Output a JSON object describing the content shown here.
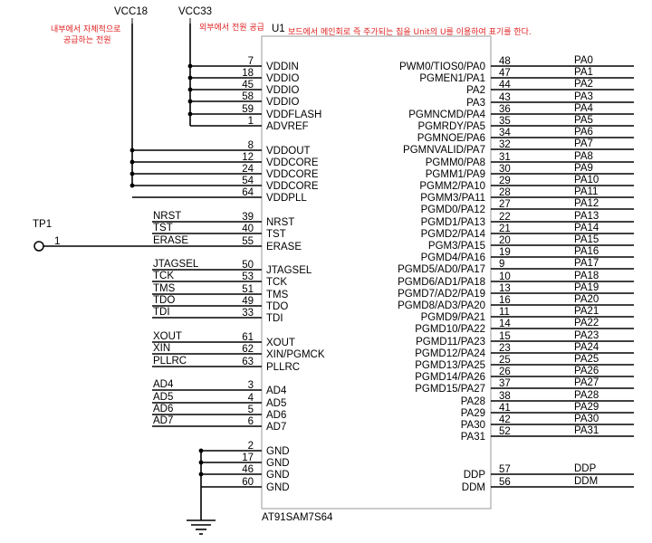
{
  "supplies": {
    "vcc18": "VCC18",
    "vcc33": "VCC33"
  },
  "notes": {
    "internal_power": [
      "내부에서 자체적으로",
      "공급하는 전원"
    ],
    "external_power": "외부에서 전원 공급",
    "unit_note": "보드에서 메인회로 즉 주가되는 칩을 Unit의 U를 이용하여 표기를 한다."
  },
  "chip": {
    "ref": "U1",
    "part": "AT91SAM7S64"
  },
  "testpoint": {
    "name": "TP1",
    "pin": "1"
  },
  "left_pins": [
    {
      "num": "7",
      "name": "VDDIN",
      "net": ""
    },
    {
      "num": "18",
      "name": "VDDIO",
      "net": ""
    },
    {
      "num": "45",
      "name": "VDDIO",
      "net": ""
    },
    {
      "num": "58",
      "name": "VDDIO",
      "net": ""
    },
    {
      "num": "59",
      "name": "VDDFLASH",
      "net": ""
    },
    {
      "num": "1",
      "name": "ADVREF",
      "net": ""
    },
    {
      "num": "8",
      "name": "VDDOUT",
      "net": ""
    },
    {
      "num": "12",
      "name": "VDDCORE",
      "net": ""
    },
    {
      "num": "24",
      "name": "VDDCORE",
      "net": ""
    },
    {
      "num": "54",
      "name": "VDDCORE",
      "net": ""
    },
    {
      "num": "64",
      "name": "VDDPLL",
      "net": ""
    },
    {
      "num": "39",
      "name": "NRST",
      "net": "NRST"
    },
    {
      "num": "40",
      "name": "TST",
      "net": "TST"
    },
    {
      "num": "55",
      "name": "ERASE",
      "net": "ERASE"
    },
    {
      "num": "50",
      "name": "JTAGSEL",
      "net": "JTAGSEL"
    },
    {
      "num": "53",
      "name": "TCK",
      "net": "TCK"
    },
    {
      "num": "51",
      "name": "TMS",
      "net": "TMS"
    },
    {
      "num": "49",
      "name": "TDO",
      "net": "TDO"
    },
    {
      "num": "33",
      "name": "TDI",
      "net": "TDI"
    },
    {
      "num": "61",
      "name": "XOUT",
      "net": "XOUT"
    },
    {
      "num": "62",
      "name": "XIN/PGMCK",
      "net": "XIN"
    },
    {
      "num": "63",
      "name": "PLLRC",
      "net": "PLLRC"
    },
    {
      "num": "3",
      "name": "AD4",
      "net": "AD4"
    },
    {
      "num": "4",
      "name": "AD5",
      "net": "AD5"
    },
    {
      "num": "5",
      "name": "AD6",
      "net": "AD6"
    },
    {
      "num": "6",
      "name": "AD7",
      "net": "AD7"
    },
    {
      "num": "2",
      "name": "GND",
      "net": ""
    },
    {
      "num": "17",
      "name": "GND",
      "net": ""
    },
    {
      "num": "46",
      "name": "GND",
      "net": ""
    },
    {
      "num": "60",
      "name": "GND",
      "net": ""
    }
  ],
  "right_pins": [
    {
      "num": "48",
      "name": "PWM0/TIOS0/PA0",
      "net": "PA0"
    },
    {
      "num": "47",
      "name": "PGMEN1/PA1",
      "net": "PA1"
    },
    {
      "num": "44",
      "name": "PA2",
      "net": "PA2"
    },
    {
      "num": "43",
      "name": "PA3",
      "net": "PA3"
    },
    {
      "num": "36",
      "name": "PGMNCMD/PA4",
      "net": "PA4"
    },
    {
      "num": "35",
      "name": "PGMRDY/PA5",
      "net": "PA5"
    },
    {
      "num": "34",
      "name": "PGMNOE/PA6",
      "net": "PA6"
    },
    {
      "num": "32",
      "name": "PGMNVALID/PA7",
      "net": "PA7"
    },
    {
      "num": "31",
      "name": "PGMM0/PA8",
      "net": "PA8"
    },
    {
      "num": "30",
      "name": "PGMM1/PA9",
      "net": "PA9"
    },
    {
      "num": "29",
      "name": "PGMM2/PA10",
      "net": "PA10"
    },
    {
      "num": "28",
      "name": "PGMM3/PA11",
      "net": "PA11"
    },
    {
      "num": "27",
      "name": "PGMD0/PA12",
      "net": "PA12"
    },
    {
      "num": "22",
      "name": "PGMD1/PA13",
      "net": "PA13"
    },
    {
      "num": "21",
      "name": "PGMD2/PA14",
      "net": "PA14"
    },
    {
      "num": "20",
      "name": "PGM3/PA15",
      "net": "PA15"
    },
    {
      "num": "19",
      "name": "PGMD4/PA16",
      "net": "PA16"
    },
    {
      "num": "9",
      "name": "PGMD5/AD0/PA17",
      "net": "PA17"
    },
    {
      "num": "10",
      "name": "PGMD6/AD1/PA18",
      "net": "PA18"
    },
    {
      "num": "13",
      "name": "PGMD7/AD2/PA19",
      "net": "PA19"
    },
    {
      "num": "16",
      "name": "PGMD8/AD3/PA20",
      "net": "PA20"
    },
    {
      "num": "11",
      "name": "PGMD9/PA21",
      "net": "PA21"
    },
    {
      "num": "14",
      "name": "PGMD10/PA22",
      "net": "PA22"
    },
    {
      "num": "15",
      "name": "PGMD11/PA23",
      "net": "PA23"
    },
    {
      "num": "23",
      "name": "PGMD12/PA24",
      "net": "PA24"
    },
    {
      "num": "25",
      "name": "PGMD13/PA25",
      "net": "PA25"
    },
    {
      "num": "26",
      "name": "PGMD14/PA26",
      "net": "PA26"
    },
    {
      "num": "37",
      "name": "PGMD15/PA27",
      "net": "PA27"
    },
    {
      "num": "38",
      "name": "PA28",
      "net": "PA28"
    },
    {
      "num": "41",
      "name": "PA29",
      "net": "PA29"
    },
    {
      "num": "42",
      "name": "PA30",
      "net": "PA30"
    },
    {
      "num": "52",
      "name": "PA31",
      "net": "PA31"
    },
    {
      "num": "57",
      "name": "DDP",
      "net": "DDP"
    },
    {
      "num": "56",
      "name": "DDM",
      "net": "DDM"
    }
  ]
}
